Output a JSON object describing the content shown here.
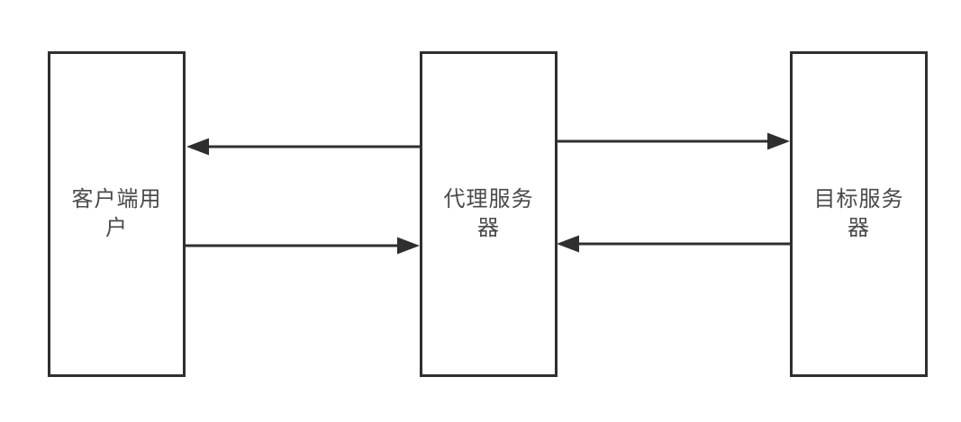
{
  "diagram": {
    "title": "proxy-server-flow-diagram",
    "background_color": "#ffffff",
    "stroke_color": "#2f2f2f",
    "text_color": "#4a4a4a",
    "nodes": [
      {
        "id": "client-user",
        "label": "客户端用户",
        "lines": [
          "客户端用",
          "户"
        ]
      },
      {
        "id": "proxy-server",
        "label": "代理服务器",
        "lines": [
          "代理服务",
          "器"
        ]
      },
      {
        "id": "target-server",
        "label": "目标服务器",
        "lines": [
          "目标服务",
          "器"
        ]
      }
    ],
    "edges": [
      {
        "from": "proxy-server",
        "to": "client-user",
        "row": "top",
        "arrow_direction": "left"
      },
      {
        "from": "client-user",
        "to": "proxy-server",
        "row": "bottom",
        "arrow_direction": "right"
      },
      {
        "from": "proxy-server",
        "to": "target-server",
        "row": "top",
        "arrow_direction": "right"
      },
      {
        "from": "target-server",
        "to": "proxy-server",
        "row": "bottom",
        "arrow_direction": "left"
      }
    ]
  }
}
